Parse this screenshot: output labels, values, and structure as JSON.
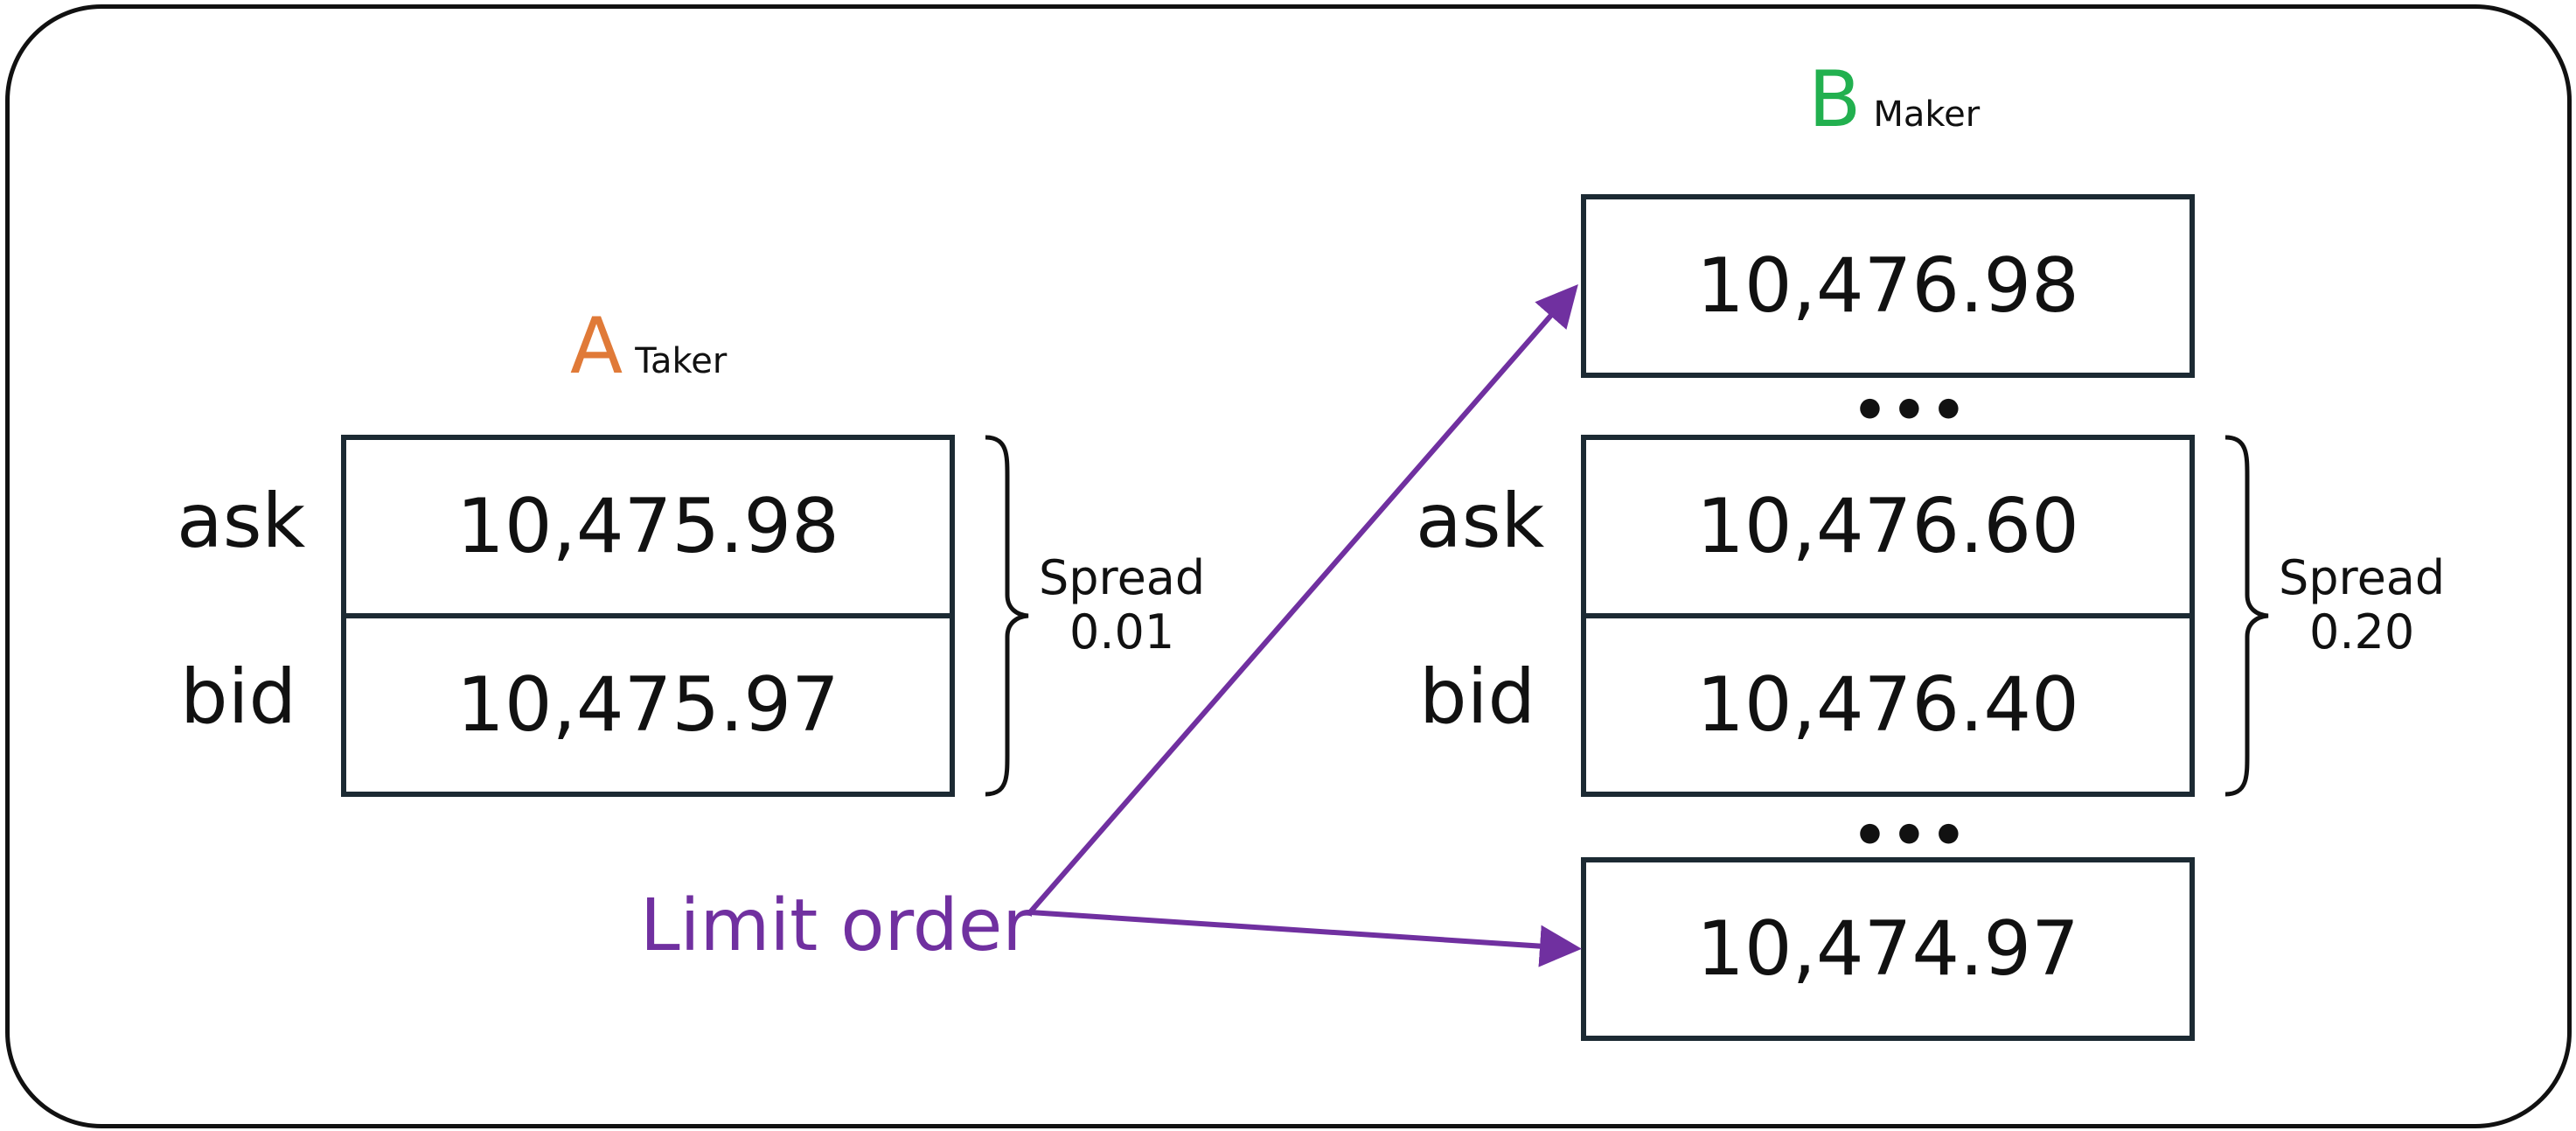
{
  "colors": {
    "taker": "#e07a38",
    "maker": "#22b04f",
    "limit": "#7030a0",
    "border": "#1c2a33"
  },
  "taker": {
    "letter": "A",
    "role": "Taker",
    "ask_label": "ask",
    "bid_label": "bid",
    "ask_value": "10,475.98",
    "bid_value": "10,475.97",
    "spread_label": "Spread",
    "spread_value": "0.01"
  },
  "maker": {
    "letter": "B",
    "role": "Maker",
    "top_value": "10,476.98",
    "ellipsis_top": "•••",
    "ask_label": "ask",
    "bid_label": "bid",
    "ask_value": "10,476.60",
    "bid_value": "10,476.40",
    "ellipsis_bottom": "•••",
    "bottom_value": "10,474.97",
    "spread_label": "Spread",
    "spread_value": "0.20"
  },
  "limit_order": {
    "label": "Limit order"
  }
}
